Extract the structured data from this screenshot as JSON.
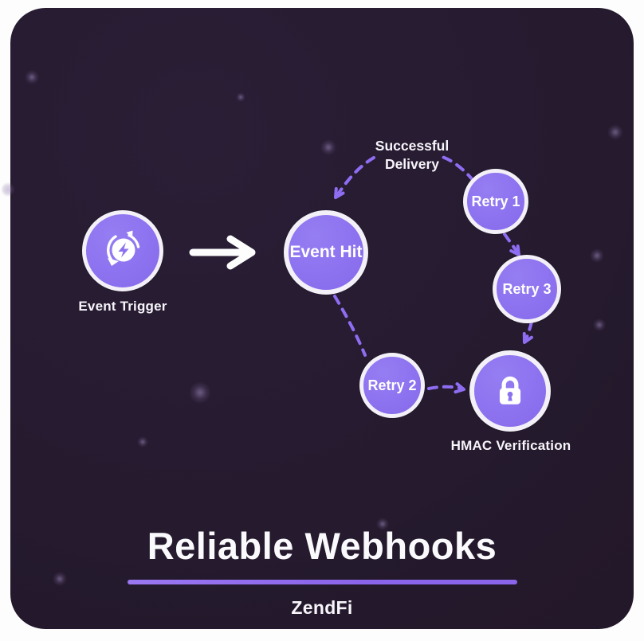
{
  "diagram": {
    "nodes": {
      "event_trigger": {
        "label": "Event Trigger",
        "icon": "lightning-cycle-icon"
      },
      "event_hit": {
        "label": "Event Hit"
      },
      "retry1": {
        "label": "Retry 1"
      },
      "retry3": {
        "label": "Retry 3"
      },
      "retry2": {
        "label": "Retry 2"
      },
      "hmac": {
        "label": "HMAC Verification",
        "icon": "lock-icon"
      }
    },
    "edge_labels": {
      "successful_delivery": "Successful\nDelivery"
    }
  },
  "footer": {
    "title": "Reliable Webhooks",
    "brand": "ZendFi"
  },
  "colors": {
    "card_bg": "#251a2e",
    "node_fill": "#8c71ef",
    "node_ring": "#f3f0f7",
    "dash_arrow": "#8f6df2",
    "divider": "#8a64ea",
    "text": "#f7f5fa",
    "white_arrow": "#fdfdfd"
  }
}
